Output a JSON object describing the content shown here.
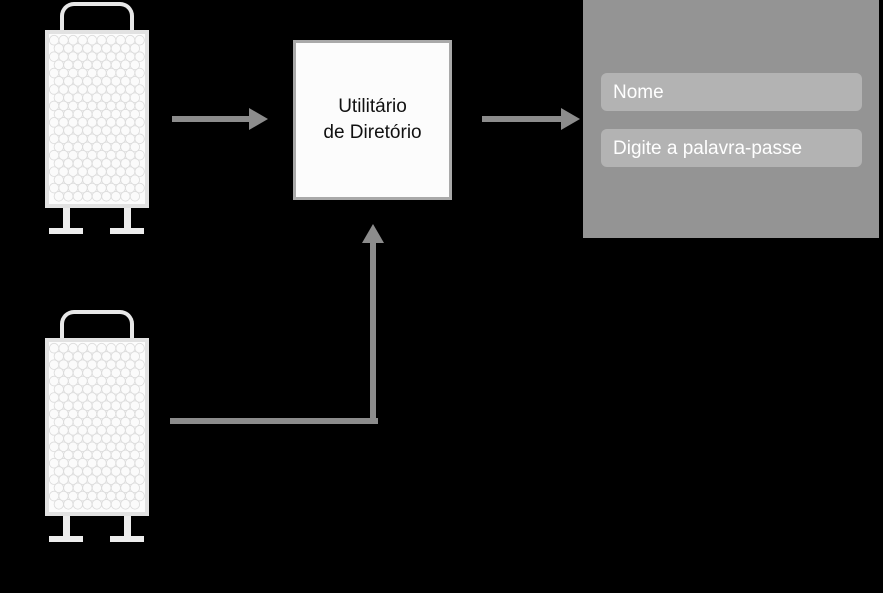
{
  "diagram": {
    "background_color": "#000000",
    "accent_arrow_color": "#8c8c8c",
    "title": "Utilitário de Diretório"
  },
  "computers": [
    {
      "name": "mac-pro-tower-1",
      "icon": "mac-pro-tower-icon",
      "body_color": "#fcfcfc",
      "outline_color": "#e2e2e2"
    },
    {
      "name": "mac-pro-tower-2",
      "icon": "mac-pro-tower-icon",
      "body_color": "#fcfcfc",
      "outline_color": "#e2e2e2"
    }
  ],
  "utility_box": {
    "label": "Utilitário\nde Diretório",
    "line1": "Utilitário",
    "line2": "de Diretório",
    "fill_color": "#fcfcfc",
    "border_color": "#a9a9a9"
  },
  "arrows": [
    {
      "name": "arrow-tower1-to-utility",
      "direction": "right"
    },
    {
      "name": "arrow-utility-to-login",
      "direction": "right"
    },
    {
      "name": "arrow-tower2-to-utility",
      "direction": "up-elbow"
    }
  ],
  "login_panel": {
    "name": "login-window",
    "background_color": "#949494",
    "fields": [
      {
        "name": "name-field",
        "placeholder": "Nome",
        "value": "Nome",
        "background_color": "#b3b3b3",
        "text_color": "#ffffff"
      },
      {
        "name": "password-field",
        "placeholder": "Digite a palavra-passe",
        "value": "Digite a palavra-passe",
        "background_color": "#b3b3b3",
        "text_color": "#ffffff"
      }
    ]
  }
}
